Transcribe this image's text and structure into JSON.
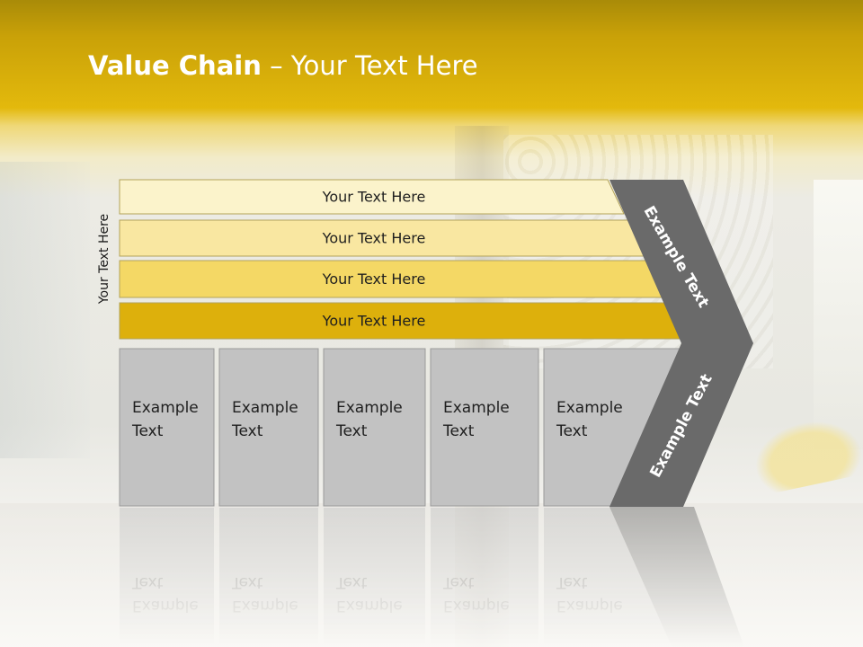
{
  "slide": {
    "title_bold": "Value Chain",
    "title_rest": " – Your Text Here",
    "side_label": "Your Text Here"
  },
  "bars": [
    {
      "label": "Your Text Here",
      "color": "#fbf3cb"
    },
    {
      "label": "Your Text Here",
      "color": "#f9e7a1"
    },
    {
      "label": "Your Text Here",
      "color": "#f4d865"
    },
    {
      "label": "Your Text Here",
      "color": "#ddb00c"
    }
  ],
  "boxes": [
    {
      "line1": "Example",
      "line2": "Text"
    },
    {
      "line1": "Example",
      "line2": "Text"
    },
    {
      "line1": "Example",
      "line2": "Text"
    },
    {
      "line1": "Example",
      "line2": "Text"
    },
    {
      "line1": "Example",
      "line2": "Text"
    }
  ],
  "chevron": {
    "top_label": "Example Text",
    "bottom_label": "Example Text",
    "color": "#6a6a6a"
  },
  "colors": {
    "box_fill": "#c2c2c2",
    "box_stroke": "#9a9a9a"
  }
}
